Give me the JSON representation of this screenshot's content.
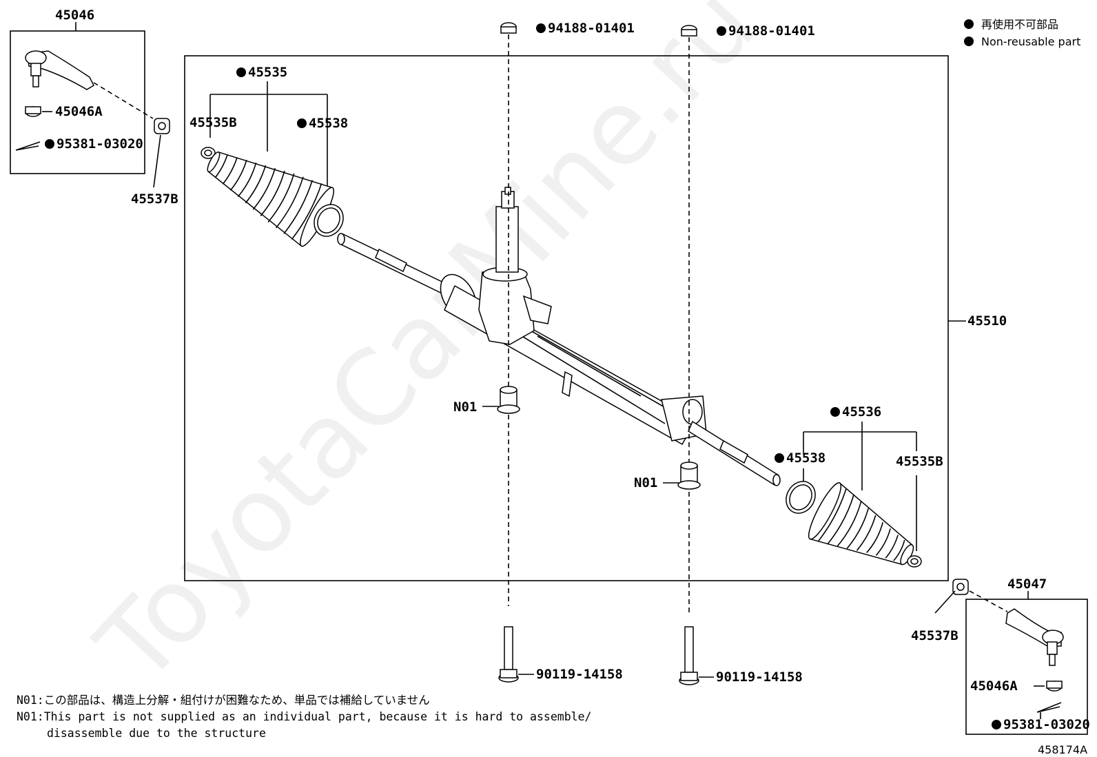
{
  "watermark": "ToyotaCarMine.ru",
  "legend": {
    "line1": "再使用不可部品",
    "line2": "Non-reusable part"
  },
  "labels": {
    "p45046": "45046",
    "p45046a_left": "45046A",
    "p95381_left": "95381-03020",
    "p45537b_left": "45537B",
    "p45535": "45535",
    "p45535b_left": "45535B",
    "p45538_left": "45538",
    "p94188_left": "94188-01401",
    "p94188_right": "94188-01401",
    "p45510": "45510",
    "n01_left": "N01",
    "n01_right": "N01",
    "p45536": "45536",
    "p45538_right": "45538",
    "p45535b_right": "45535B",
    "p90119_left": "90119-14158",
    "p90119_right": "90119-14158",
    "p45537b_right": "45537B",
    "p45047": "45047",
    "p45046a_right": "45046A",
    "p95381_right": "95381-03020"
  },
  "notes": {
    "jp": "N01:この部品は、構造上分解・組付けが困難なため、単品では補給していません",
    "en1": "N01:This part is not supplied as an individual part, because it is hard to assemble/",
    "en2": "disassemble due to the structure"
  },
  "figure_id": "458174A"
}
